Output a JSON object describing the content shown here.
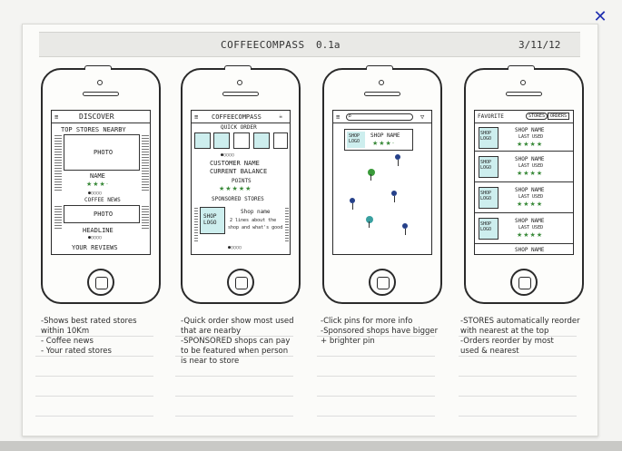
{
  "close_icon": "✕",
  "sheet": {
    "title": "COFFEECOMPASS",
    "version": "0.1a",
    "date": "3/11/12"
  },
  "phone1": {
    "header": "DISCOVER",
    "section": "TOP STORES NEARBY",
    "photo1": "PHOTO",
    "name": "NAME",
    "coffee_news": "COFFEE NEWS",
    "photo2": "PHOTO",
    "headline": "HEADLINE",
    "footer": "YOUR REVIEWS"
  },
  "phone2": {
    "header": "COFFEECOMPASS",
    "quick_order": "QUICK ORDER",
    "customer_name": "CUSTOMER NAME",
    "balance": "CURRENT BALANCE",
    "points": "POINTS",
    "sponsored": "SPONSORED STORES",
    "shop_logo": "SHOP LOGO",
    "shop_name": "Shop name",
    "shop_desc1": "2 lines about the",
    "shop_desc2": "shop and what's good"
  },
  "phone3": {
    "shop_logo": "SHOP LOGO",
    "shop_name": "SHOP NAME"
  },
  "phone4": {
    "header": "FAVORITE",
    "tab_stores": "STORES",
    "tab_orders": "ORDERS",
    "rows": [
      {
        "logo": "SHOP LOGO",
        "name": "SHOP NAME",
        "meta": "LAST USED"
      },
      {
        "logo": "SHOP LOGO",
        "name": "SHOP NAME",
        "meta": "LAST USED"
      },
      {
        "logo": "SHOP LOGO",
        "name": "SHOP NAME",
        "meta": "LAST USED"
      },
      {
        "logo": "SHOP LOGO",
        "name": "SHOP NAME",
        "meta": "LAST USED"
      }
    ],
    "last_row": "SHOP NAME"
  },
  "notes": {
    "n1": [
      "-Shows best rated stores",
      "within 10Km",
      "- Coffee news",
      "- Your rated stores"
    ],
    "n2": [
      "-Quick order show most used",
      "that are nearby",
      "-SPONSORED shops can pay",
      "to be featured when person",
      "is near to store"
    ],
    "n3": [
      "-Click pins for more info",
      "-Sponsored shops have bigger",
      "+ brighter pin"
    ],
    "n4": [
      "-STORES automatically reorder",
      "with nearest at the top",
      "-Orders reorder by most",
      "used & nearest"
    ]
  }
}
